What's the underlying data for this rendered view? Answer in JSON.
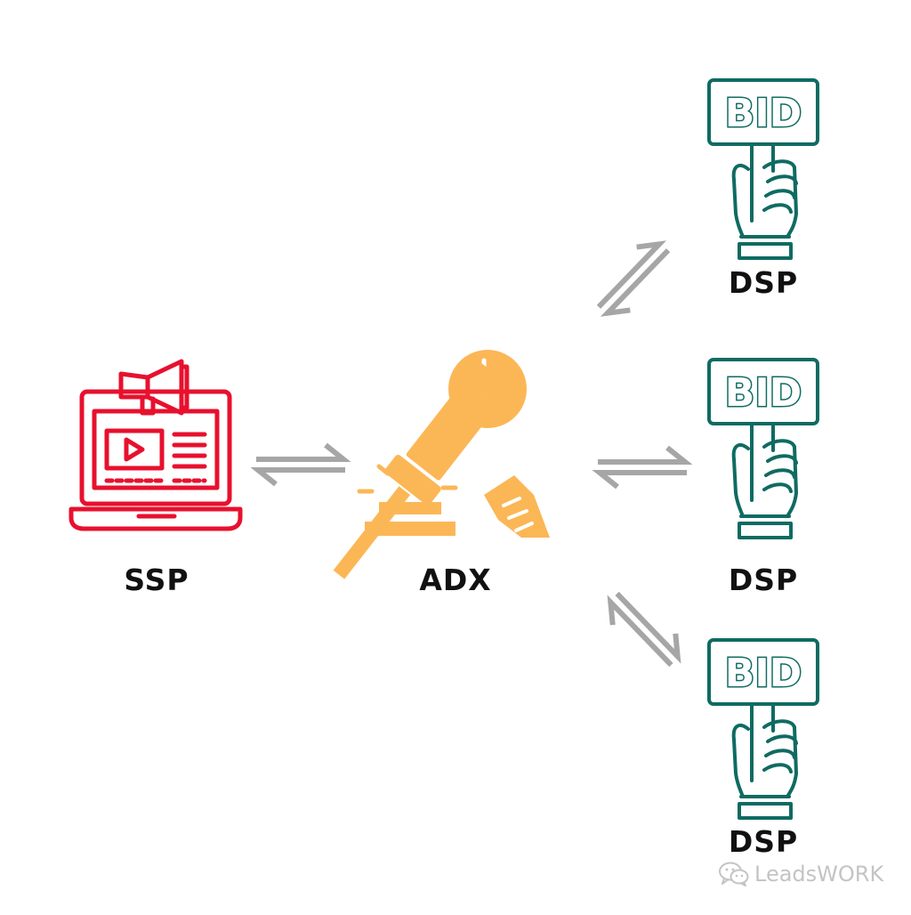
{
  "nodes": {
    "ssp": {
      "label": "SSP"
    },
    "adx": {
      "label": "ADX"
    },
    "dsp_top": {
      "label": "DSP",
      "sign_text": "BID"
    },
    "dsp_middle": {
      "label": "DSP",
      "sign_text": "BID"
    },
    "dsp_bottom": {
      "label": "DSP",
      "sign_text": "BID"
    }
  },
  "watermark": {
    "text": "LeadsWORK",
    "icon": "wechat-icon"
  },
  "colors": {
    "ssp": "#e8102e",
    "adx": "#fbb756",
    "dsp": "#0f6b62",
    "arrow": "#a6a6a6",
    "watermark": "#c4c4c4"
  }
}
